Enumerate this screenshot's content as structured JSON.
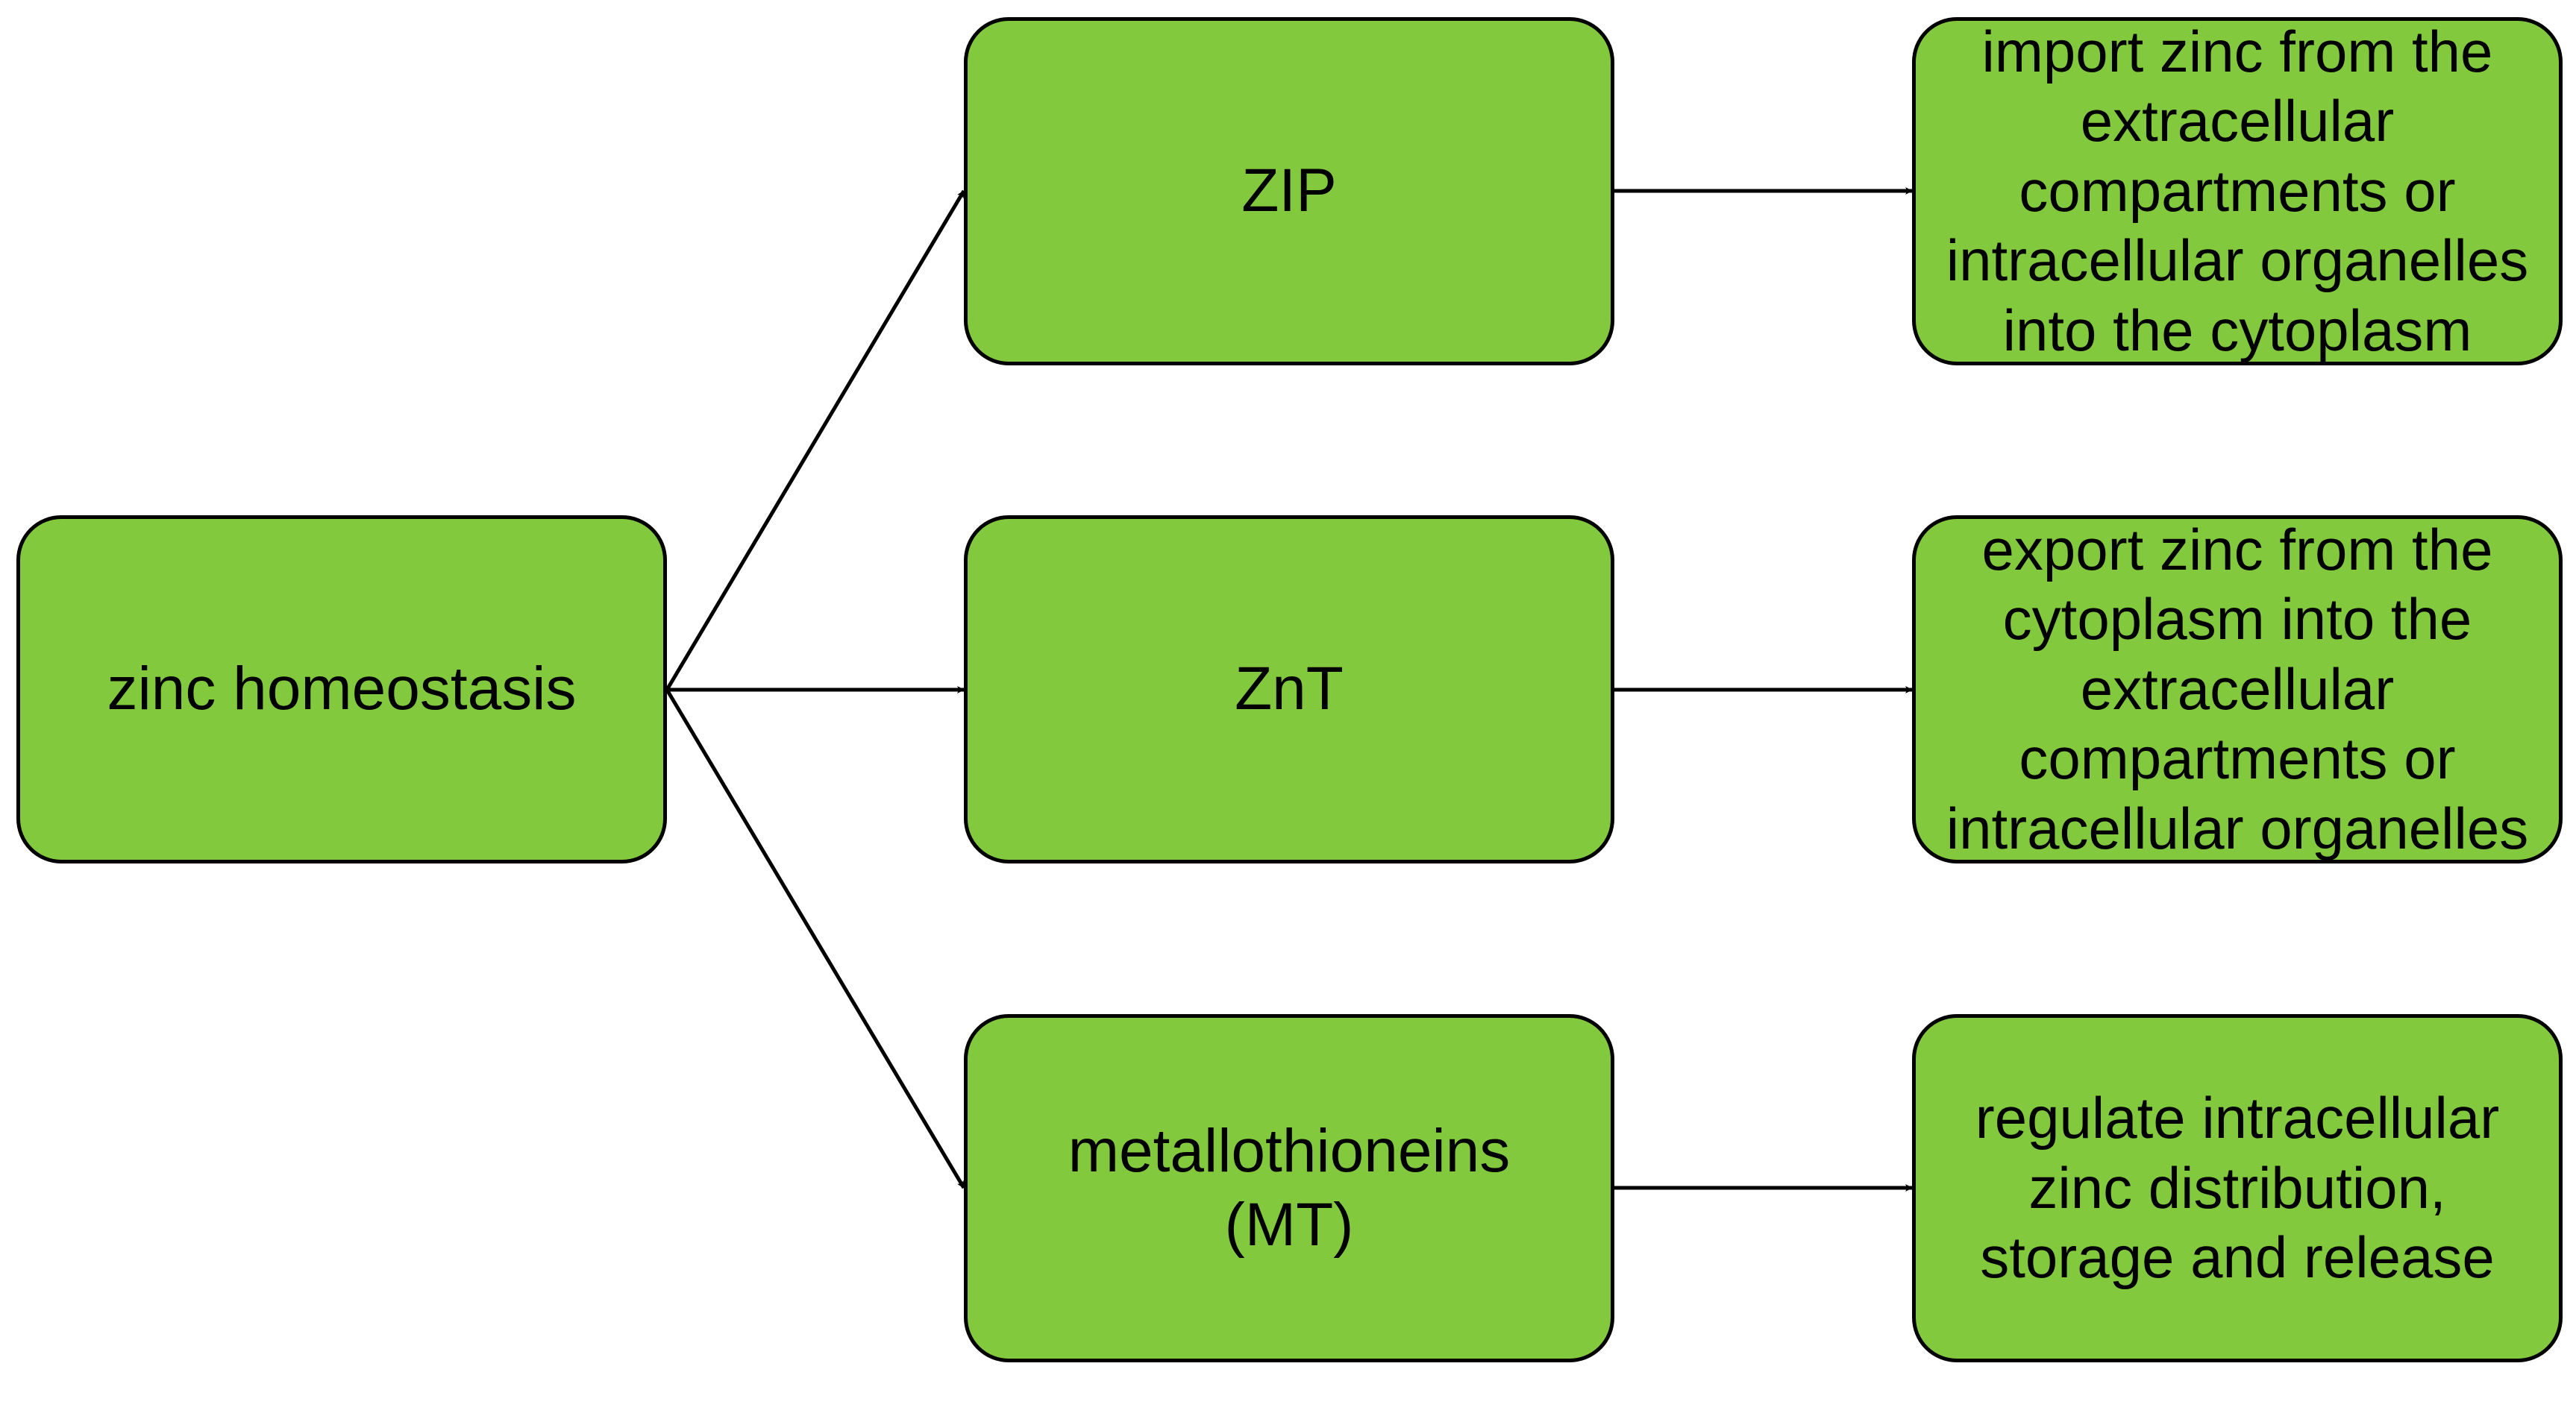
{
  "colors": {
    "box_fill": "#82c93e",
    "box_stroke": "#000000",
    "arrow": "#000000"
  },
  "nodes": {
    "root": {
      "label": "zinc homeostasis"
    },
    "zip": {
      "label": "ZIP"
    },
    "znt": {
      "label": "ZnT"
    },
    "mt": {
      "label": "metallothioneins\n(MT)"
    },
    "zip_desc": {
      "label": "import zinc from the\nextracellular\ncompartments or\nintracellular organelles\ninto the cytoplasm"
    },
    "znt_desc": {
      "label": "export zinc from  the\ncytoplasm into the\nextracellular\ncompartments or\nintracellular organelles"
    },
    "mt_desc": {
      "label": "regulate intracellular\nzinc distribution,\nstorage and release"
    }
  },
  "edges": [
    {
      "from": "zinc homeostasis",
      "to": "ZIP"
    },
    {
      "from": "zinc homeostasis",
      "to": "ZnT"
    },
    {
      "from": "zinc homeostasis",
      "to": "metallothioneins (MT)"
    },
    {
      "from": "ZIP",
      "to": "import zinc from the extracellular compartments or intracellular organelles into the cytoplasm"
    },
    {
      "from": "ZnT",
      "to": "export zinc from the cytoplasm into the extracellular compartments or intracellular organelles"
    },
    {
      "from": "metallothioneins (MT)",
      "to": "regulate intracellular zinc distribution, storage and release"
    }
  ]
}
